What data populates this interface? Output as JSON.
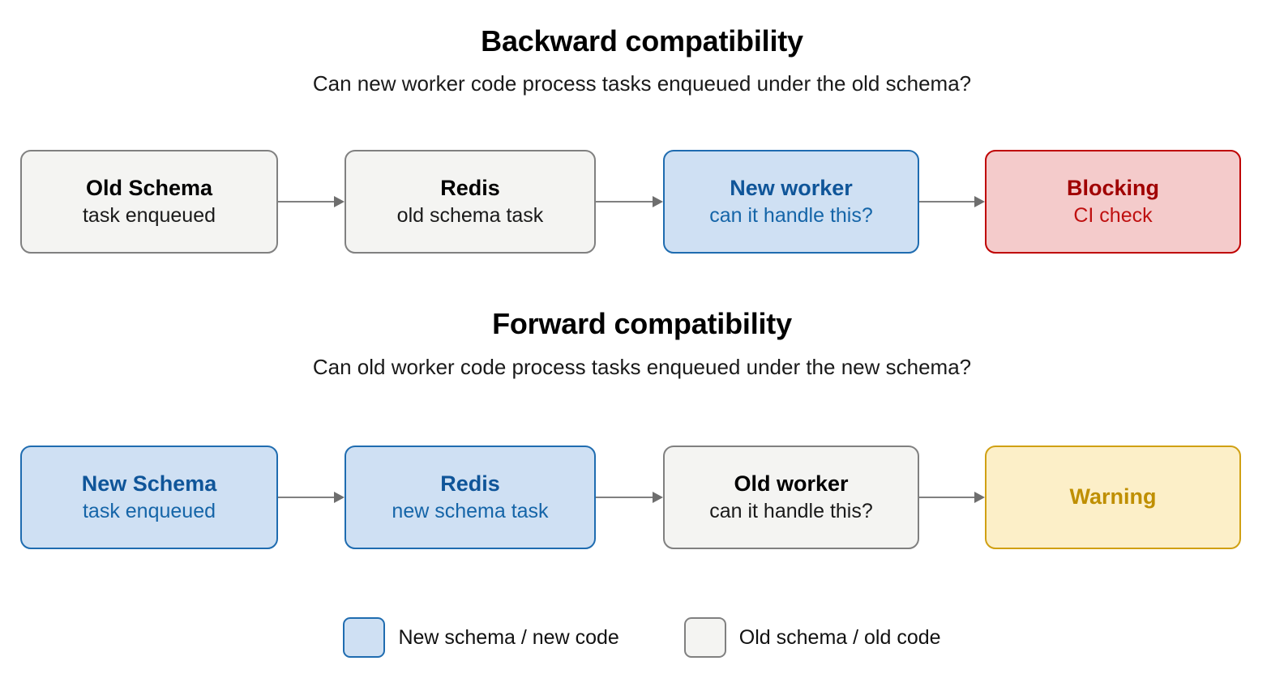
{
  "sections": [
    {
      "id": "backward",
      "title": "Backward compatibility",
      "subtitle": "Can new worker code process tasks enqueued under the old schema?",
      "nodes": [
        {
          "title": "Old Schema",
          "sub": "task enqueued",
          "style": "gray"
        },
        {
          "title": "Redis",
          "sub": "old schema task",
          "style": "gray"
        },
        {
          "title": "New worker",
          "sub": "can it handle this?",
          "style": "blue"
        },
        {
          "title": "Blocking",
          "sub": "CI check",
          "style": "red"
        }
      ]
    },
    {
      "id": "forward",
      "title": "Forward compatibility",
      "subtitle": "Can old worker code process tasks enqueued under the new schema?",
      "nodes": [
        {
          "title": "New Schema",
          "sub": "task enqueued",
          "style": "blue"
        },
        {
          "title": "Redis",
          "sub": "new schema task",
          "style": "blue"
        },
        {
          "title": "Old worker",
          "sub": "can it handle this?",
          "style": "gray"
        },
        {
          "title": "Warning",
          "sub": "",
          "style": "yellow"
        }
      ]
    }
  ],
  "legend": {
    "items": [
      {
        "label": "New schema / new code",
        "swatch": "blue"
      },
      {
        "label": "Old schema / old code",
        "swatch": "gray"
      }
    ]
  },
  "colors": {
    "blue_fill": "#cfe0f3",
    "blue_border": "#1f6cb0",
    "blue_text": "#0f5599",
    "gray_fill": "#f4f4f2",
    "gray_border": "#808080",
    "gray_text": "#000000",
    "red_fill": "#f4cbcb",
    "red_border": "#bf0000",
    "red_text": "#a00000",
    "yellow_fill": "#fcefc8",
    "yellow_border": "#d0a013",
    "yellow_text": "#bf8f00",
    "arrow": "#808080",
    "background": "#ffffff"
  }
}
